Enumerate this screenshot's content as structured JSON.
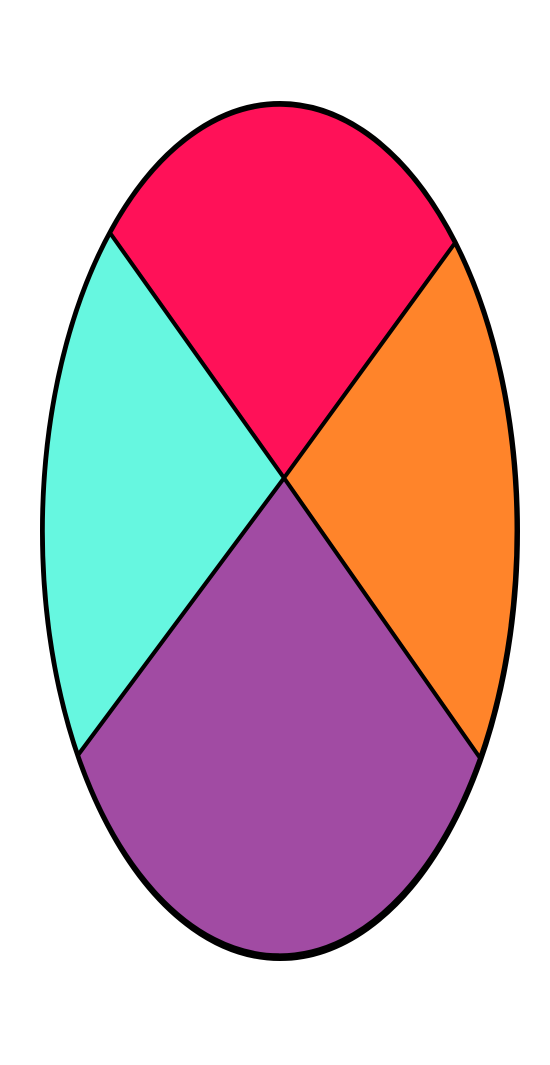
{
  "figure": {
    "shape": "ellipse",
    "outline_color": "#000000",
    "background": "#ffffff",
    "sectors": [
      {
        "id": "top",
        "color": "#ff1158"
      },
      {
        "id": "right",
        "color": "#ff842a"
      },
      {
        "id": "bottom",
        "color": "#a14ba3"
      },
      {
        "id": "left",
        "color": "#66f7e0"
      }
    ]
  }
}
